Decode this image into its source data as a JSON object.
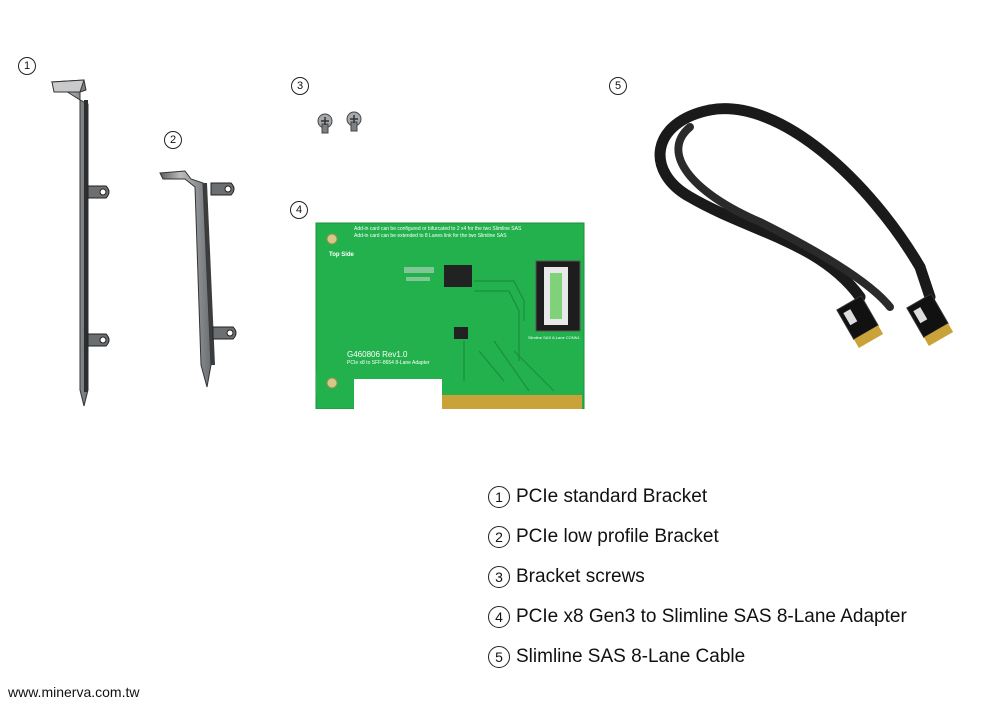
{
  "parts": [
    {
      "num": "1"
    },
    {
      "num": "2"
    },
    {
      "num": "3"
    },
    {
      "num": "4"
    },
    {
      "num": "5"
    }
  ],
  "pcb": {
    "note_line1": "Add-in card can be configured or bifurcated to 2 x4 for the two Slimline SAS",
    "note_line2": "Add-in card can be extended to 8 Lanes link for the two Slimline SAS",
    "side_label": "Top Side",
    "model": "G460806 Rev1.0",
    "desc": "PCIe x8 to SFF-8654 8-Lane Adapter",
    "connector_label": "Slimline SAS 8-Lane CONN1"
  },
  "legend": [
    {
      "num": "1",
      "text": "PCIe standard Bracket"
    },
    {
      "num": "2",
      "text": "PCIe low profile Bracket"
    },
    {
      "num": "3",
      "text": "Bracket screws"
    },
    {
      "num": "4",
      "text": "PCIe x8 Gen3 to Slimline SAS 8-Lane Adapter"
    },
    {
      "num": "5",
      "text": "Slimline SAS 8-Lane Cable"
    }
  ],
  "footer": "www.minerva.com.tw",
  "colors": {
    "pcb": "#22b14c",
    "gold": "#c9a23a",
    "metal": "#8a8d90",
    "cable": "#1a1a1a"
  }
}
